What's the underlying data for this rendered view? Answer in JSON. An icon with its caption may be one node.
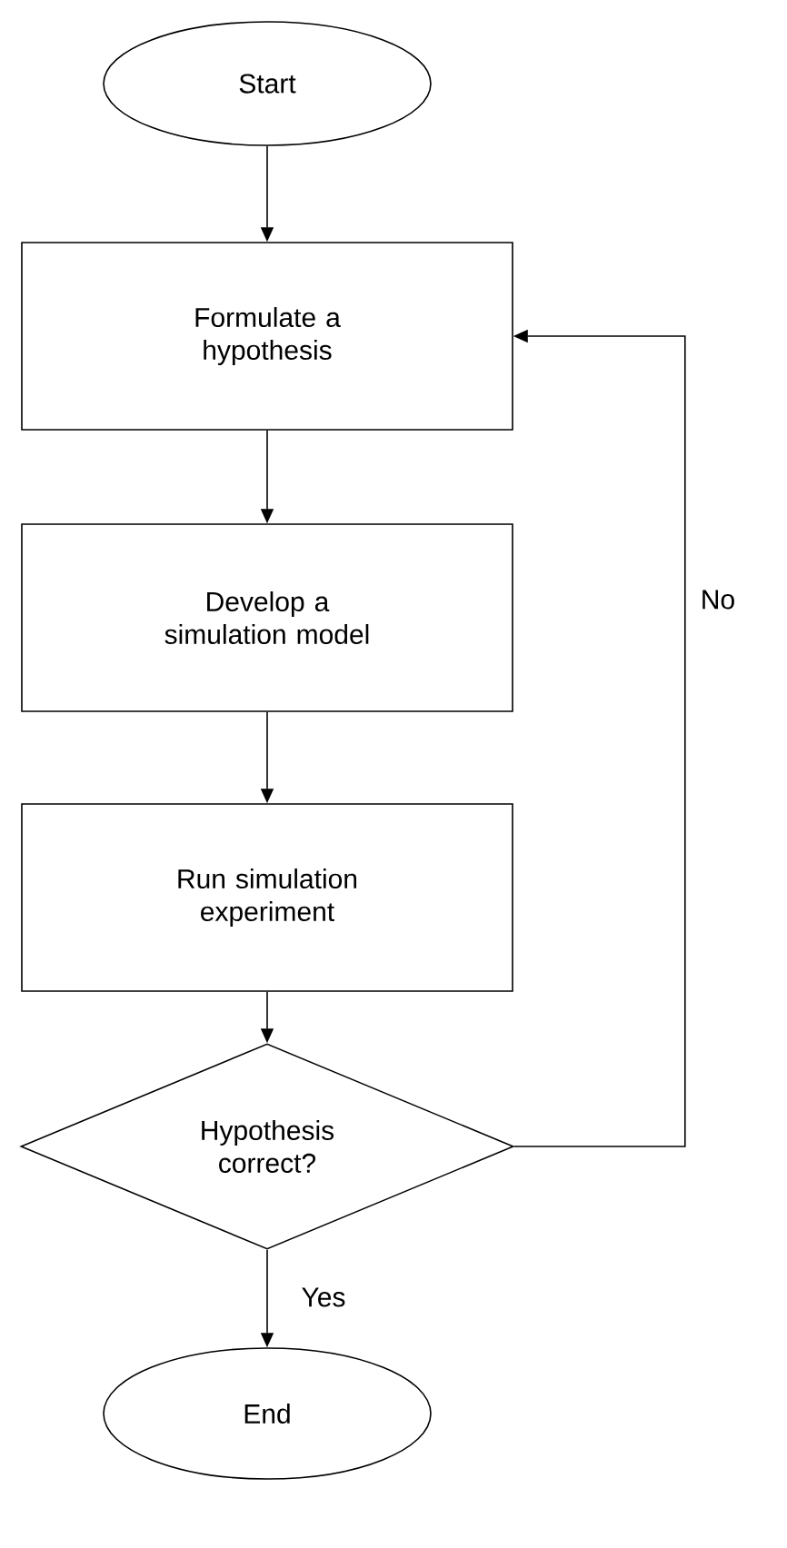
{
  "diagram": {
    "nodes": [
      {
        "text": [
          "Start"
        ]
      },
      {
        "text": [
          "Formulate a hypothesis"
        ]
      },
      {
        "text": [
          "Develop a simulation model"
        ]
      },
      {
        "text": [
          "Run simulation experiment"
        ]
      },
      {
        "text": [
          "Hypothesis correct?"
        ]
      },
      {
        "text": [
          "End"
        ]
      }
    ],
    "edges": [
      {
        "from": 0,
        "to": 1,
        "arrow": "to"
      },
      {
        "from": 1,
        "to": 2,
        "arrow": "to"
      },
      {
        "from": 2,
        "to": 3,
        "arrow": "to"
      },
      {
        "from": 3,
        "to": 4,
        "arrow": "to"
      },
      {
        "from": 4,
        "to": 5,
        "arrow": "to",
        "label": "Yes"
      },
      {
        "from": 4,
        "to": 1,
        "arrow": "to",
        "label": "No"
      }
    ]
  }
}
